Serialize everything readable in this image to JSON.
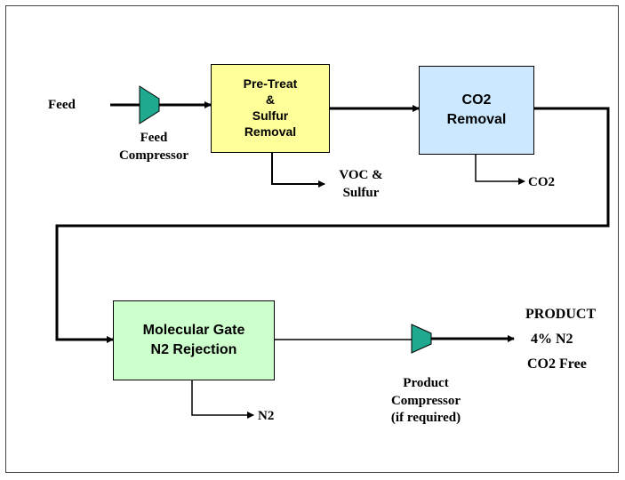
{
  "colors": {
    "line": "#000000",
    "compressor": "#1fa98e",
    "pretreat_fill": "#ffff99",
    "co2_fill": "#cce8ff",
    "molgate_fill": "#ccffcc"
  },
  "inlet": {
    "label": "Feed"
  },
  "feed_compressor": {
    "label": "Feed\nCompressor",
    "icon": "compressor-icon"
  },
  "pretreat": {
    "label": "Pre-Treat\n&\nSulfur\nRemoval"
  },
  "voc_outlet": {
    "label": "VOC &\nSulfur"
  },
  "co2_removal": {
    "label": "CO2\nRemoval"
  },
  "co2_outlet": {
    "label": "CO2"
  },
  "molecular_gate": {
    "label": "Molecular Gate\nN2 Rejection"
  },
  "n2_outlet": {
    "label": "N2"
  },
  "product_compressor": {
    "label": "Product\nCompressor\n(if required)",
    "icon": "compressor-icon"
  },
  "product": {
    "line1": "PRODUCT",
    "line2": "4% N2",
    "line3": "CO2 Free"
  }
}
